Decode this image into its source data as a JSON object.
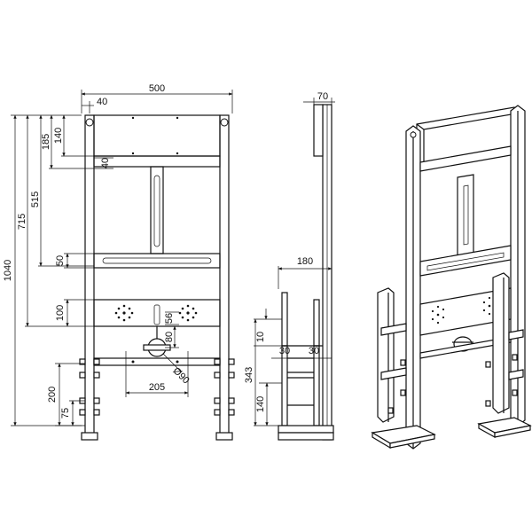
{
  "drawing": {
    "views": [
      "front",
      "side",
      "isometric"
    ],
    "front_dims": {
      "overall_width": "500",
      "top_left_offset": "40",
      "overall_height": "1040",
      "height_715": "715",
      "height_515": "515",
      "height_185": "185",
      "height_140_top": "140",
      "height_40": "40",
      "height_50": "50",
      "height_100": "100",
      "height_200": "200",
      "height_75": "75",
      "width_205": "205",
      "height_80": "80",
      "height_56": "56",
      "diameter_90": "Ø90"
    },
    "side_dims": {
      "depth_70": "70",
      "depth_180": "180",
      "left_30": "30",
      "right_30": "30",
      "height_10": "10",
      "height_343": "343",
      "height_140": "140"
    }
  }
}
